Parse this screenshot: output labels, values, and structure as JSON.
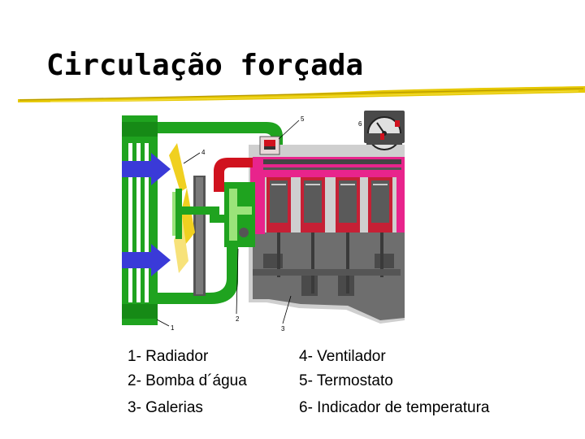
{
  "title": "Circulação forçada",
  "diagram": {
    "callouts": [
      "1",
      "2",
      "3",
      "4",
      "5",
      "6"
    ]
  },
  "legend": [
    "1- Radiador",
    "4- Ventilador",
    "2- Bomba d´água",
    "5- Termostato",
    "3- Galerias",
    "6- Indicador de temperatura"
  ],
  "colors": {
    "coolant_green": "#1fa31f",
    "hot_red": "#d0121e",
    "hot_pink": "#e8248c",
    "air_blue": "#3a3ad8",
    "fan_yellow": "#f0d020",
    "engine_gray": "#6e6e6e",
    "underline_yellow": "#e6c800"
  }
}
